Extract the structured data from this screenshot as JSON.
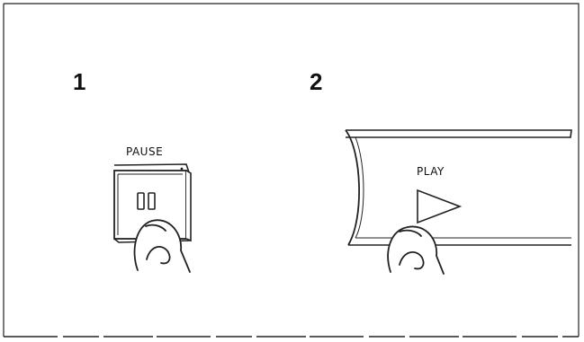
{
  "steps": [
    {
      "number": "1",
      "button_label": "PAUSE",
      "button_icon": "pause-icon"
    },
    {
      "number": "2",
      "button_label": "PLAY",
      "button_icon": "play-icon"
    }
  ]
}
